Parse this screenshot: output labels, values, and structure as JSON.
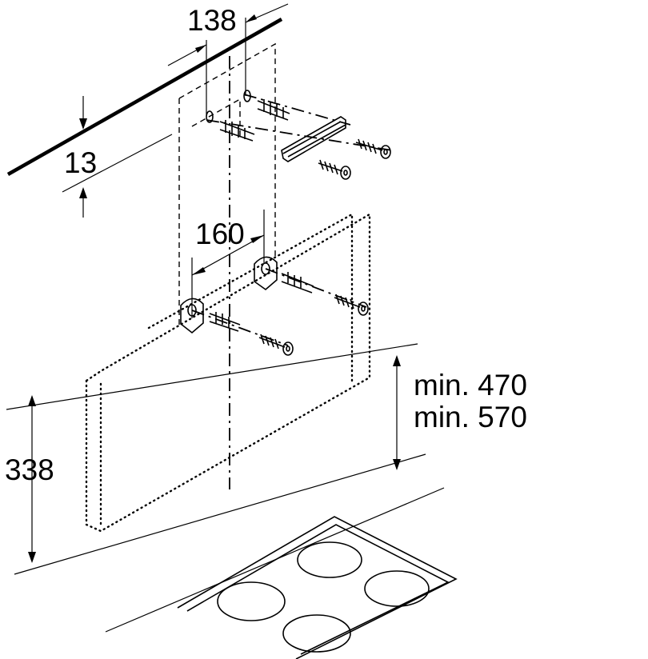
{
  "dimensions": {
    "bracket_offset": "138",
    "bracket_gap": "13",
    "bracket_spacing": "160",
    "hood_height": "338",
    "min_height_electric": "min. 470",
    "min_height_gas": "min. 570"
  }
}
